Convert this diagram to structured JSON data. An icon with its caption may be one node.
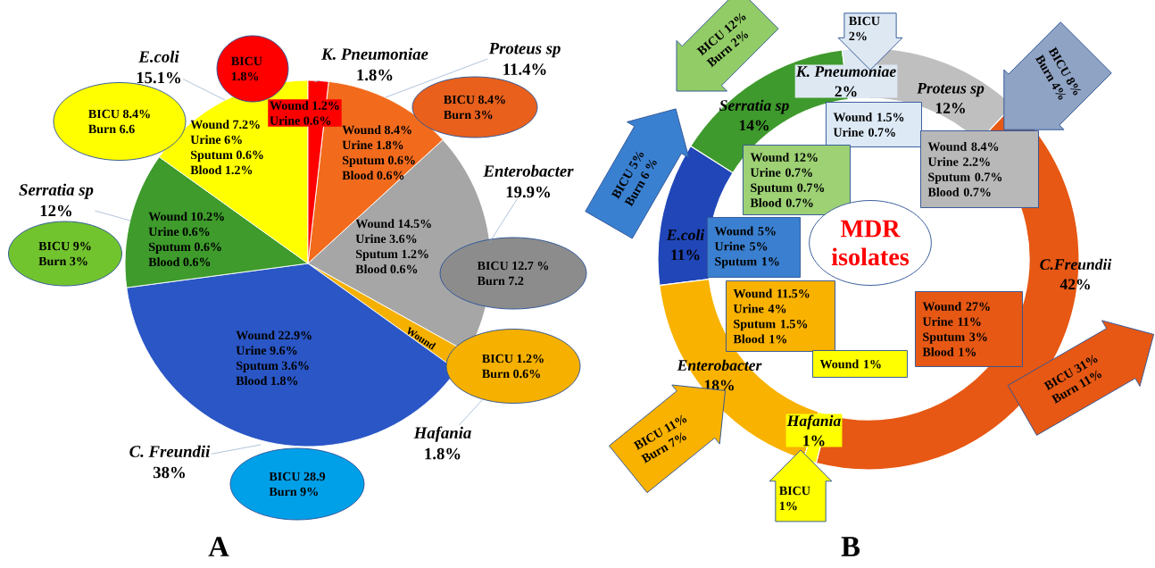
{
  "diagram": {
    "nodes": [
      {
        "text": [
          "Wound 7.2%",
          "Urine 6%",
          "Sputum 0.6%",
          "Blood 1.2%"
        ]
      },
      {
        "text": [
          "Wound 1.2%",
          "Urine 0.6%"
        ]
      },
      {
        "text": [
          "Wound 8.4%",
          "Urine 1.8%",
          "Sputum 0.6%",
          "Blood 0.6%"
        ]
      },
      {
        "text": [
          "Wound 14.5%",
          "Urine 3.6%",
          "Sputum 1.2%",
          "Blood 0.6%"
        ]
      },
      {
        "text": [
          "Wound 1.8%"
        ]
      },
      {
        "text": [
          "Wound 22.9%",
          "Urine 9.6%",
          "Sputum 3.6%",
          "Blood 1.8%"
        ]
      },
      {
        "text": [
          "Wound 10.2%",
          "Urine 0.6%",
          "Sputum 0.6%",
          "Blood 0.6%"
        ]
      },
      {
        "text": [
          "E.coli",
          "15.1%"
        ]
      },
      {
        "text": [
          "K. Pneumoniae",
          "1.8%"
        ]
      },
      {
        "text": [
          "Proteus sp",
          "11.4%"
        ]
      },
      {
        "text": [
          "Enterobacter",
          "19.9%"
        ]
      },
      {
        "text": [
          "Hafania",
          "1.8%"
        ]
      },
      {
        "text": [
          "C. Freundii",
          "38%"
        ]
      },
      {
        "text": [
          "Serratia sp",
          "12%"
        ]
      },
      {
        "text": [
          "BICU 8.4%",
          "Burn 6.6"
        ]
      },
      {
        "text": [
          "BICU 1.8%"
        ]
      },
      {
        "text": [
          "BICU 8.4%",
          "Burn 3%"
        ]
      },
      {
        "text": [
          "BICU 12.7 %",
          "Burn 7.2"
        ]
      },
      {
        "text": [
          "BICU 1.2%",
          "Burn 0.6%"
        ]
      },
      {
        "text": [
          "BICU 28.9",
          "Burn 9%"
        ]
      },
      {
        "text": [
          "BICU 9%",
          "Burn 3%"
        ]
      },
      {
        "text": [
          "Serratia sp",
          "14%"
        ]
      },
      {
        "text": [
          "K. Pneumoniae",
          "2%"
        ]
      },
      {
        "text": [
          "Proteus sp",
          "12%"
        ]
      },
      {
        "text": [
          "C.Freundii",
          "42%"
        ]
      },
      {
        "text": [
          "Hafania",
          "1%"
        ]
      },
      {
        "text": [
          "Enterobacter",
          "18%"
        ]
      },
      {
        "text": [
          "E.coli",
          "11%"
        ]
      },
      {
        "text": [
          "Wound 1.5%",
          "Urine 0.7%"
        ]
      },
      {
        "text": [
          "Wound 12%",
          "Urine 0.7%",
          "Sputum 0.7%",
          "Blood 0.7%"
        ]
      },
      {
        "text": [
          "Wound 8.4%",
          "Urine 2.2%",
          "Sputum 0.7%",
          "Blood 0.7%"
        ]
      },
      {
        "text": [
          "Wound 5%",
          "Urine 5%",
          "Sputum 1%"
        ]
      },
      {
        "text": [
          "MDR isolates"
        ]
      },
      {
        "text": [
          "Wound 11.5%",
          "Urine 4%",
          "Sputum 1.5%",
          "Blood 1%"
        ]
      },
      {
        "text": [
          "Wound 27%",
          "Urine 11%",
          "Sputum 3%",
          "Blood 1%"
        ]
      },
      {
        "text": [
          "Wound 1%"
        ]
      },
      {
        "text": [
          "BICU 12%",
          "Burn 2%"
        ]
      },
      {
        "text": [
          "BICU 2%"
        ]
      },
      {
        "text": [
          "BICU 8%",
          "Burn 4%"
        ]
      },
      {
        "text": [
          "BICU 5%",
          "Burn 6 %"
        ]
      },
      {
        "text": [
          "BICU 11%",
          "Burn 7%"
        ]
      },
      {
        "text": [
          "BICU 1%"
        ]
      },
      {
        "text": [
          "BICU 31%",
          "Burn 11%"
        ]
      }
    ],
    "edges": [
      {
        "from": 7,
        "to": 0,
        "arrow": "none"
      },
      {
        "from": 8,
        "to": 1,
        "arrow": "none"
      },
      {
        "from": 9,
        "to": 2,
        "arrow": "none"
      },
      {
        "from": 10,
        "to": 3,
        "arrow": "none"
      },
      {
        "from": 11,
        "to": 18,
        "arrow": "none"
      },
      {
        "from": 12,
        "to": 5,
        "arrow": "none"
      },
      {
        "from": 13,
        "to": 6,
        "arrow": "none"
      }
    ],
    "labels": [
      "A",
      "B"
    ]
  }
}
